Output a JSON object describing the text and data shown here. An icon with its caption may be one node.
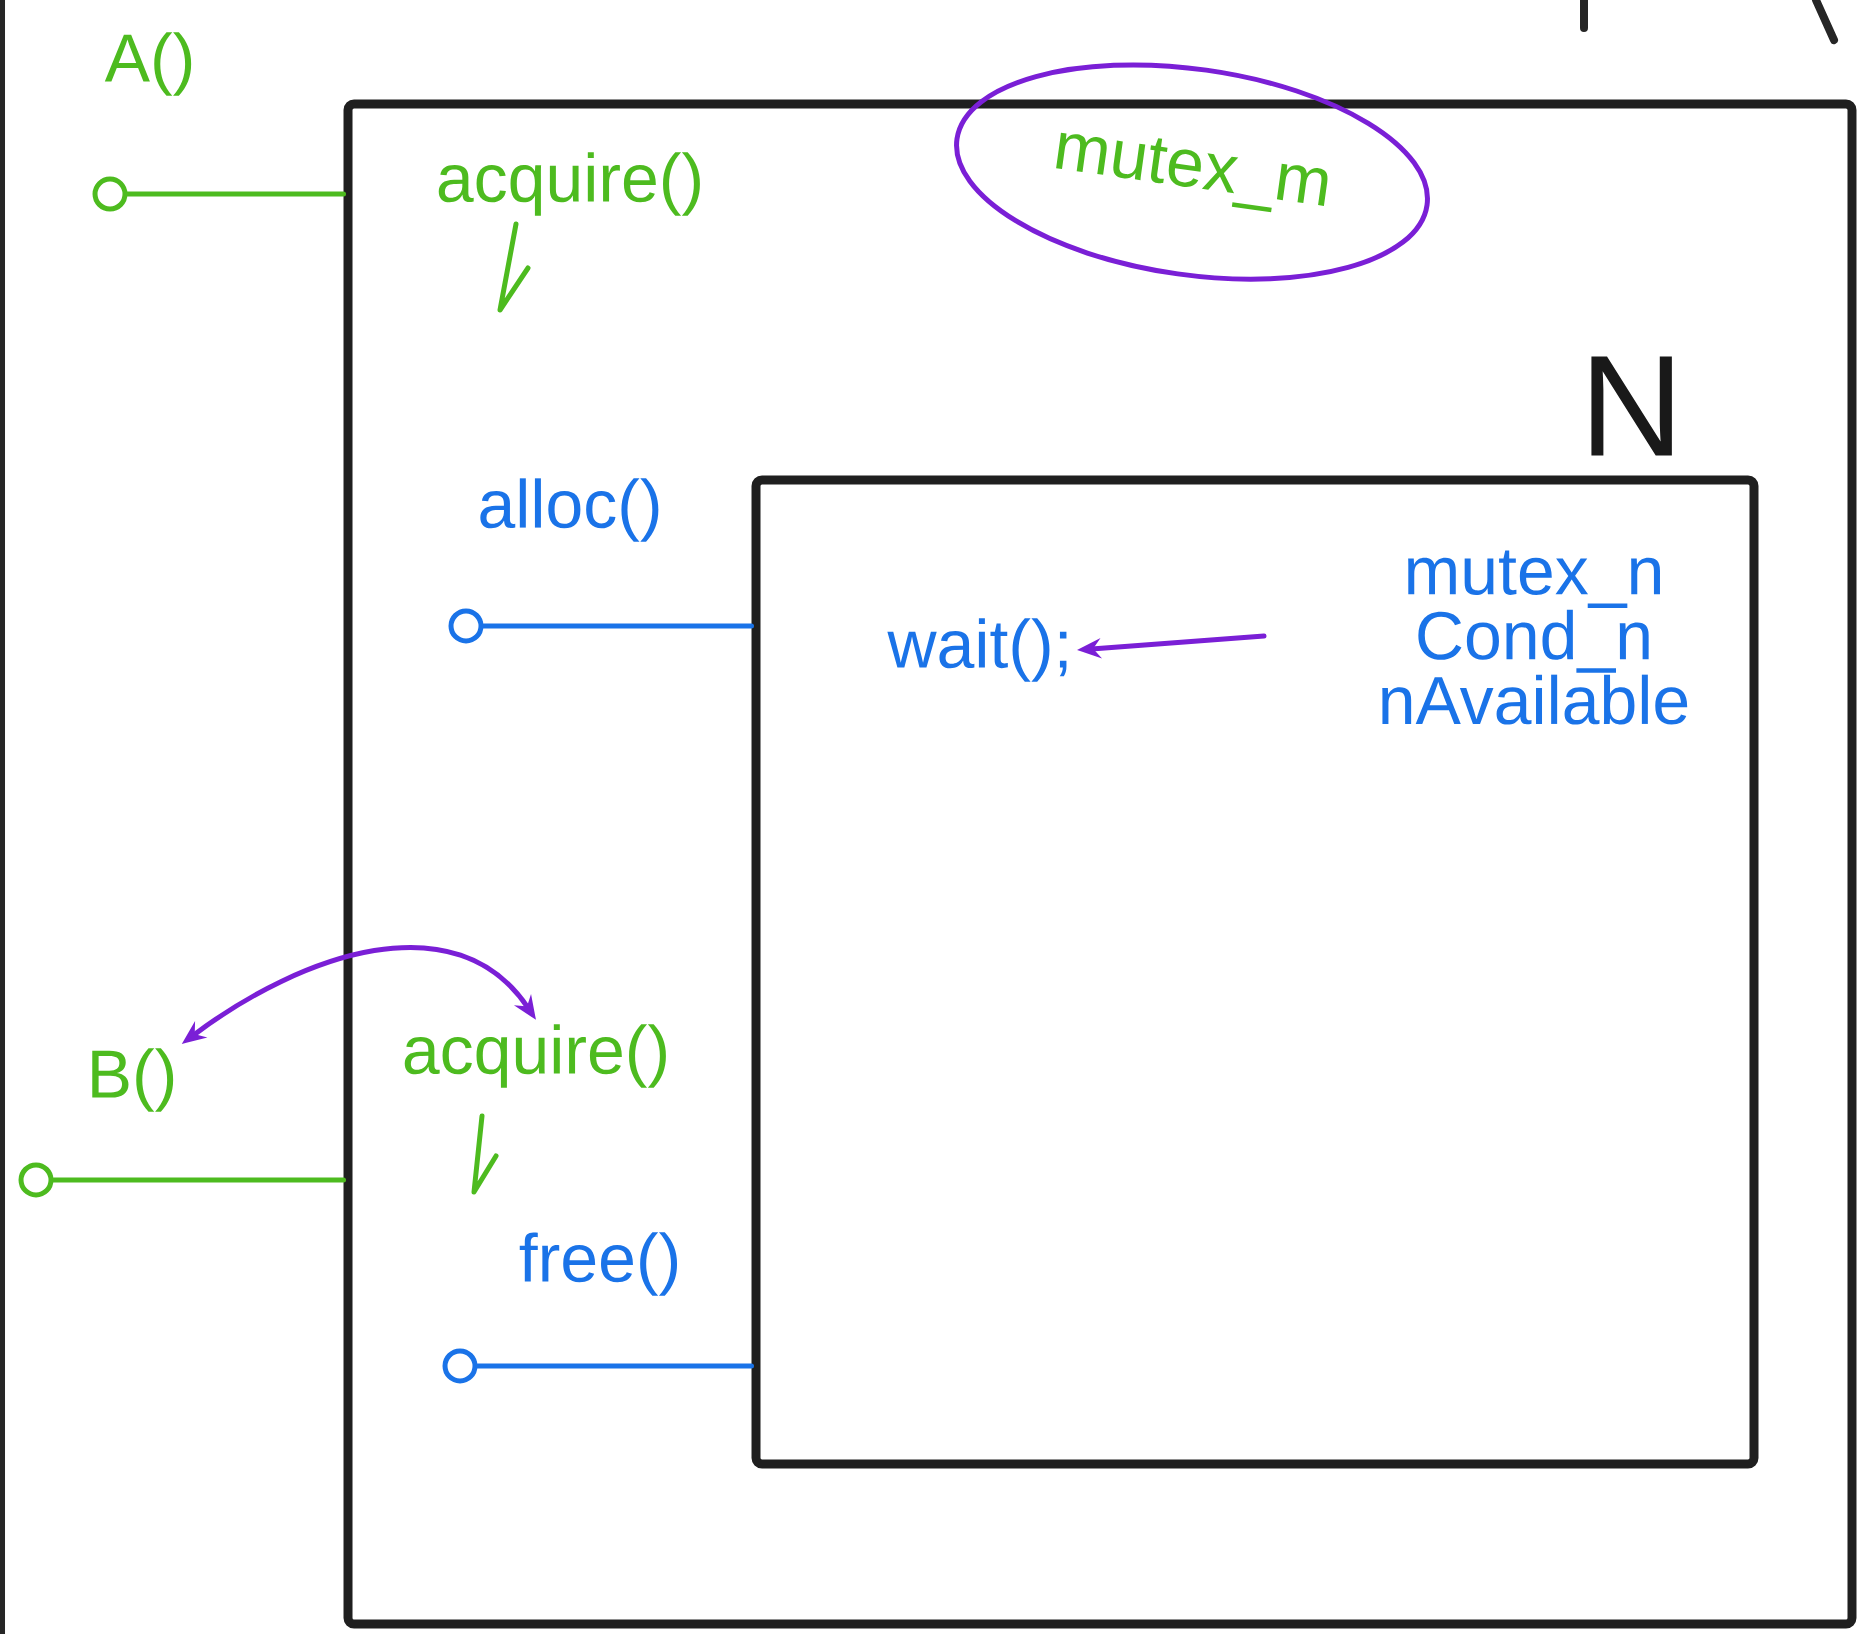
{
  "diagram": {
    "nodes": [
      {
        "text": [],
        "shape": "box"
      },
      {
        "text": [
          "A()"
        ]
      },
      {
        "text": [],
        "shape": "circle"
      },
      {
        "text": [
          "acquire()"
        ],
        "in": 0
      },
      {
        "text": [
          "mutex_m"
        ],
        "in": 0
      },
      {
        "text": [
          "N",
          "mutex_n Cond_n nAvailable"
        ],
        "in": 0
      },
      {
        "text": [
          "alloc()"
        ],
        "in": 0
      },
      {
        "text": [],
        "shape": "circle",
        "in": 0
      },
      {
        "text": [
          "wait();"
        ],
        "in": 5
      },
      {
        "text": [
          "B()"
        ]
      },
      {
        "text": [],
        "shape": "circle"
      },
      {
        "text": [
          "acquire()"
        ],
        "in": 0
      },
      {
        "text": [
          "free()"
        ],
        "in": 0
      },
      {
        "text": [],
        "shape": "circle",
        "in": 0
      }
    ],
    "edges": [
      {
        "from": 2,
        "to": 0,
        "arrow": "none",
        "color": "#4dbb1f"
      },
      {
        "from": 7,
        "to": 5,
        "arrow": "none",
        "color": "#1a73e8"
      },
      {
        "from": null,
        "to": 8,
        "arrow": "to",
        "color": "#7a1fd6"
      },
      {
        "from": 9,
        "to": 11,
        "arrow": "both",
        "color": "#7a1fd6"
      },
      {
        "from": 10,
        "to": 0,
        "arrow": "none",
        "color": "#4dbb1f"
      },
      {
        "from": 13,
        "to": 5,
        "arrow": "none",
        "color": "#1a73e8"
      }
    ]
  }
}
